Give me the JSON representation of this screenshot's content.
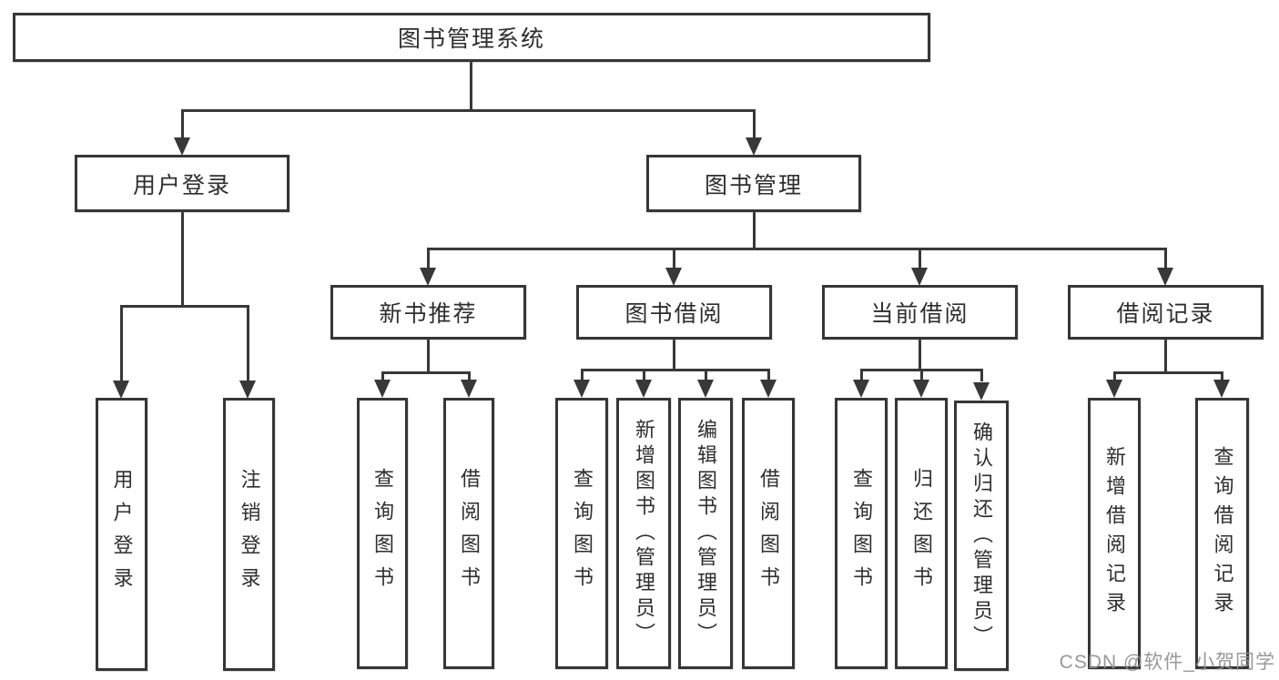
{
  "nodes": {
    "root": "图书管理系统",
    "user_login": "用户登录",
    "book_management": "图书管理",
    "new_book_recommend": "新书推荐",
    "book_borrowing": "图书借阅",
    "current_borrowing": "当前借阅",
    "borrowing_records": "借阅记录",
    "user_login_leaf": "用户登录",
    "logout": "注销登录",
    "query_books_1": "查询图书",
    "borrow_books_1": "借阅图书",
    "query_books_2": "查询图书",
    "add_books_admin": "新增图书（管理员）",
    "edit_books_admin": "编辑图书（管理员）",
    "borrow_books_2": "借阅图书",
    "query_books_3": "查询图书",
    "return_books": "归还图书",
    "confirm_return_admin": "确认归还（管理员）",
    "add_borrow_record": "新增借阅记录",
    "query_borrow_record": "查询借阅记录"
  },
  "watermark": {
    "text": "CSDN @软件_小贺同学"
  },
  "colors": {
    "line": "#383838",
    "border": "#363636",
    "background": "#ffffff",
    "watermark": "#8f8f8f"
  }
}
